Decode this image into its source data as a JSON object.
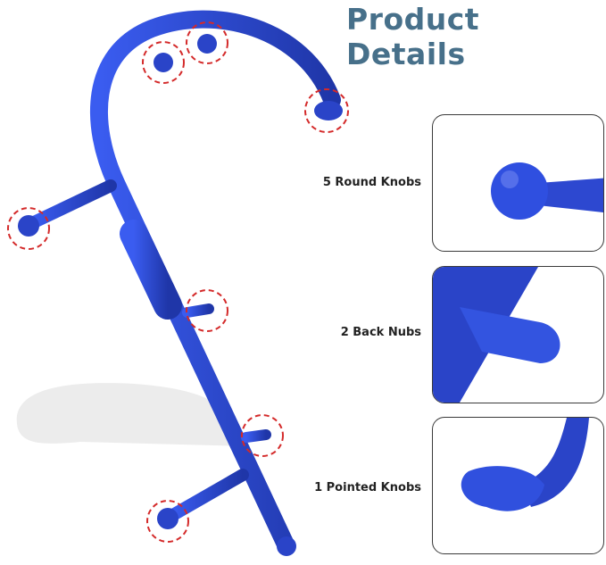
{
  "title": "Product Details",
  "details": [
    {
      "label": "5 Round Knobs"
    },
    {
      "label": "2 Back Nubs"
    },
    {
      "label": "1 Pointed Knobs"
    }
  ],
  "colors": {
    "tool_blue": "#2b49d6",
    "title": "#47708a",
    "highlight": "#d42a2a"
  }
}
